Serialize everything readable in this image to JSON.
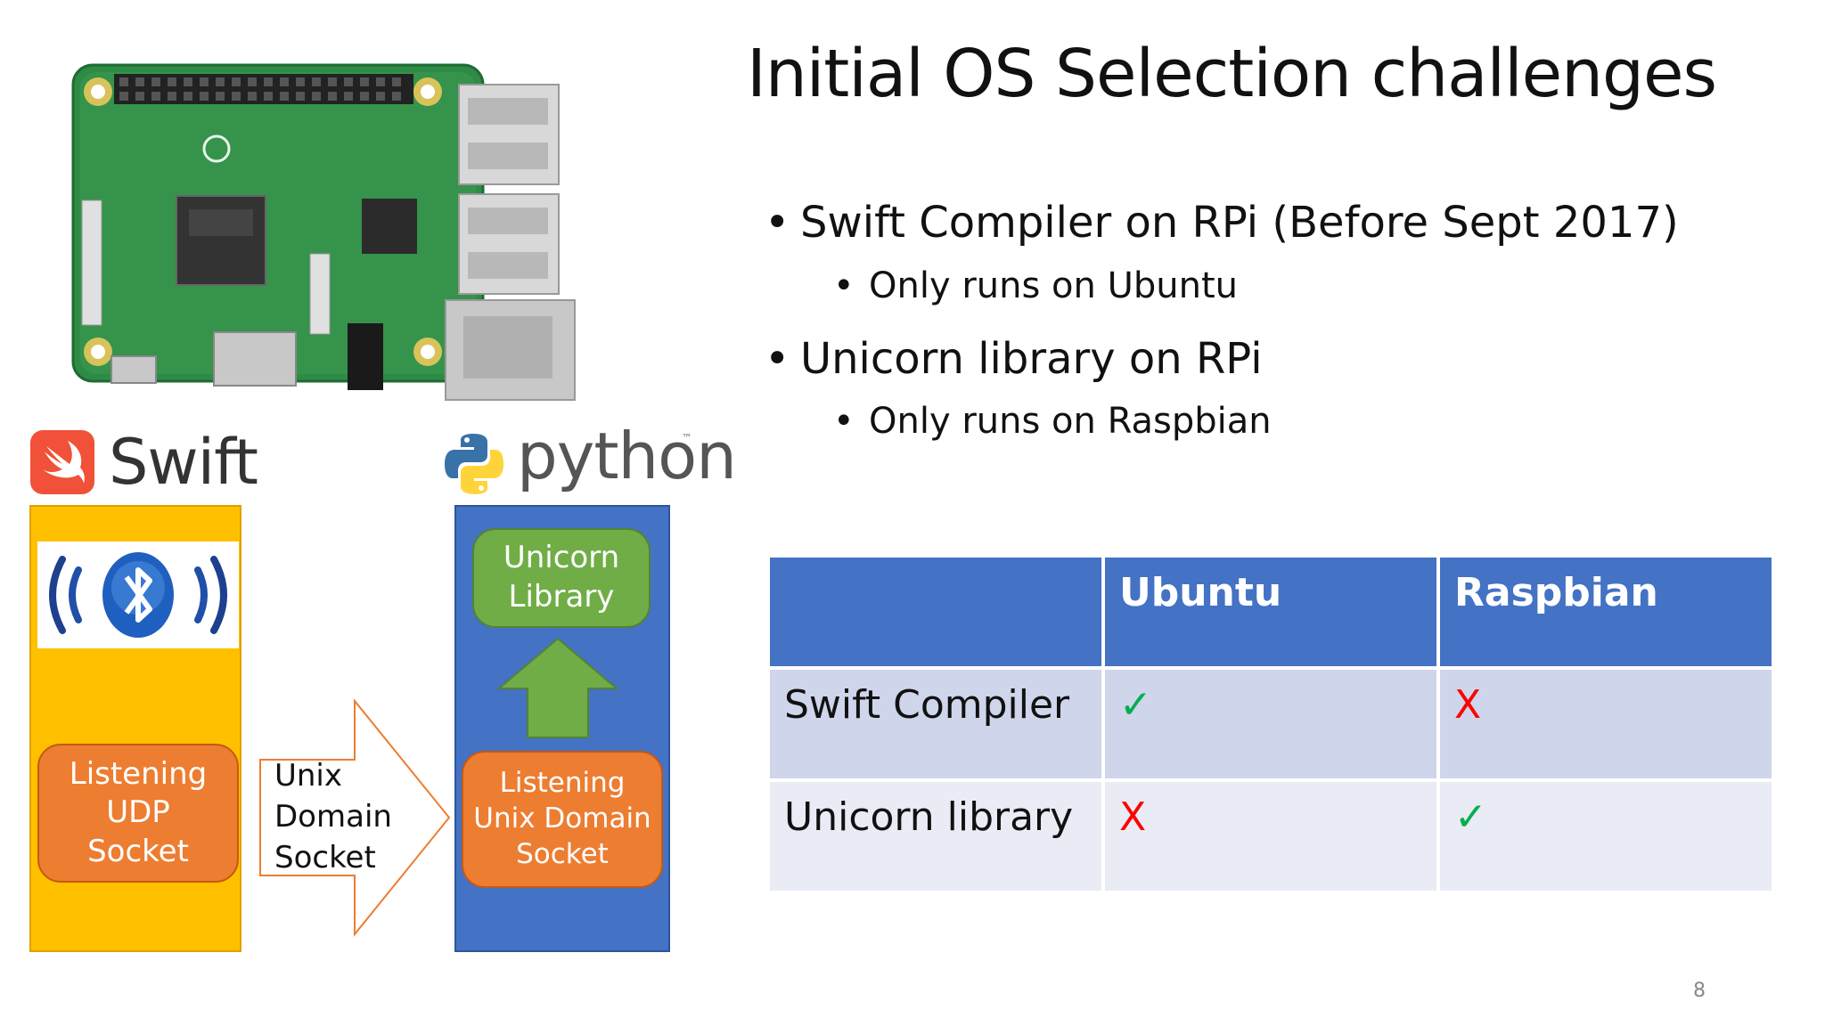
{
  "slide": {
    "title": "Initial OS Selection challenges",
    "number": "8"
  },
  "bullets": [
    {
      "text": "Swift Compiler on RPi (Before Sept 2017)",
      "sub": "Only runs on Ubuntu"
    },
    {
      "text": "Unicorn library on RPi",
      "sub": "Only runs on Raspbian"
    }
  ],
  "bullet_glyph": "•",
  "logos": {
    "swift_word": "Swift",
    "python_word": "python",
    "python_tm": "™"
  },
  "diagram": {
    "swift_side": {
      "color": "#FFC000",
      "box": [
        "Listening",
        "UDP",
        "Socket"
      ]
    },
    "connector": [
      "Unix",
      "Domain",
      "Socket"
    ],
    "python_side": {
      "color": "#4472C4",
      "top_box": [
        "Unicorn",
        "Library"
      ],
      "bottom_box": [
        "Listening",
        "Unix Domain",
        "Socket"
      ]
    }
  },
  "table": {
    "header": [
      "",
      "Ubuntu",
      "Raspbian"
    ],
    "rows": [
      {
        "label": "Swift Compiler",
        "ubuntu": "✓",
        "raspbian": "X"
      },
      {
        "label": "Unicorn library",
        "ubuntu": "X",
        "raspbian": "✓"
      }
    ]
  },
  "colors": {
    "table_header": "#4472C4",
    "row_odd": "#CFD5EA",
    "row_even": "#E9EBF5",
    "check": "#00B050",
    "cross": "#FF0000",
    "orange_box": "#ED7D31",
    "green_box": "#70AD47"
  }
}
